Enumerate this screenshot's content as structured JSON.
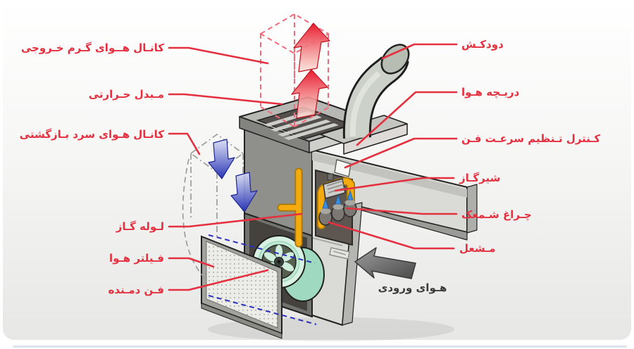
{
  "diagram": {
    "type": "gas-furnace-parts-diagram",
    "language": "fa"
  },
  "labels": {
    "hot_air_duct": "کانـال هــوای گـرم خـروجی",
    "heat_exchanger": "مـبدل حـرارتی",
    "cold_return_duct": "کانـال هـوای سرد بـازگشتی",
    "gas_pipe": "لـوله گـاز",
    "air_filter": "فـیلتر هـوا",
    "blower_fan": "فـن دمـنده",
    "chimney": "دودکـش",
    "air_vent": "دریـچه هـوا",
    "fan_speed_control": "کـنترل تـنظیم سرعـت فـن",
    "gas_valve": "شیرگـاز",
    "pilot_light": "چـراغ شـمعک",
    "burner": "مـشعل",
    "inlet_air": "هـوای ورودی"
  },
  "colors": {
    "label_red": "#e5303f",
    "dashed_duct_red": "#f26b7a",
    "hot_arrow_red": "#e81b2e",
    "cold_arrow_blue": "#2733b4",
    "airflow_blue": "#2a2fbe",
    "duct_outline_grey": "#9c9c98",
    "pipe_yellow": "#f4ab10",
    "fan_mint": "#bfe9d2",
    "cabinet_light": "#dadad7",
    "cabinet_dark": "#8f8f8c",
    "intake_grey": "#6e6e6e",
    "inlet_text_color": "#3b3b3b",
    "background_top": "#ffffff",
    "background_bottom": "#e7e7e6"
  }
}
